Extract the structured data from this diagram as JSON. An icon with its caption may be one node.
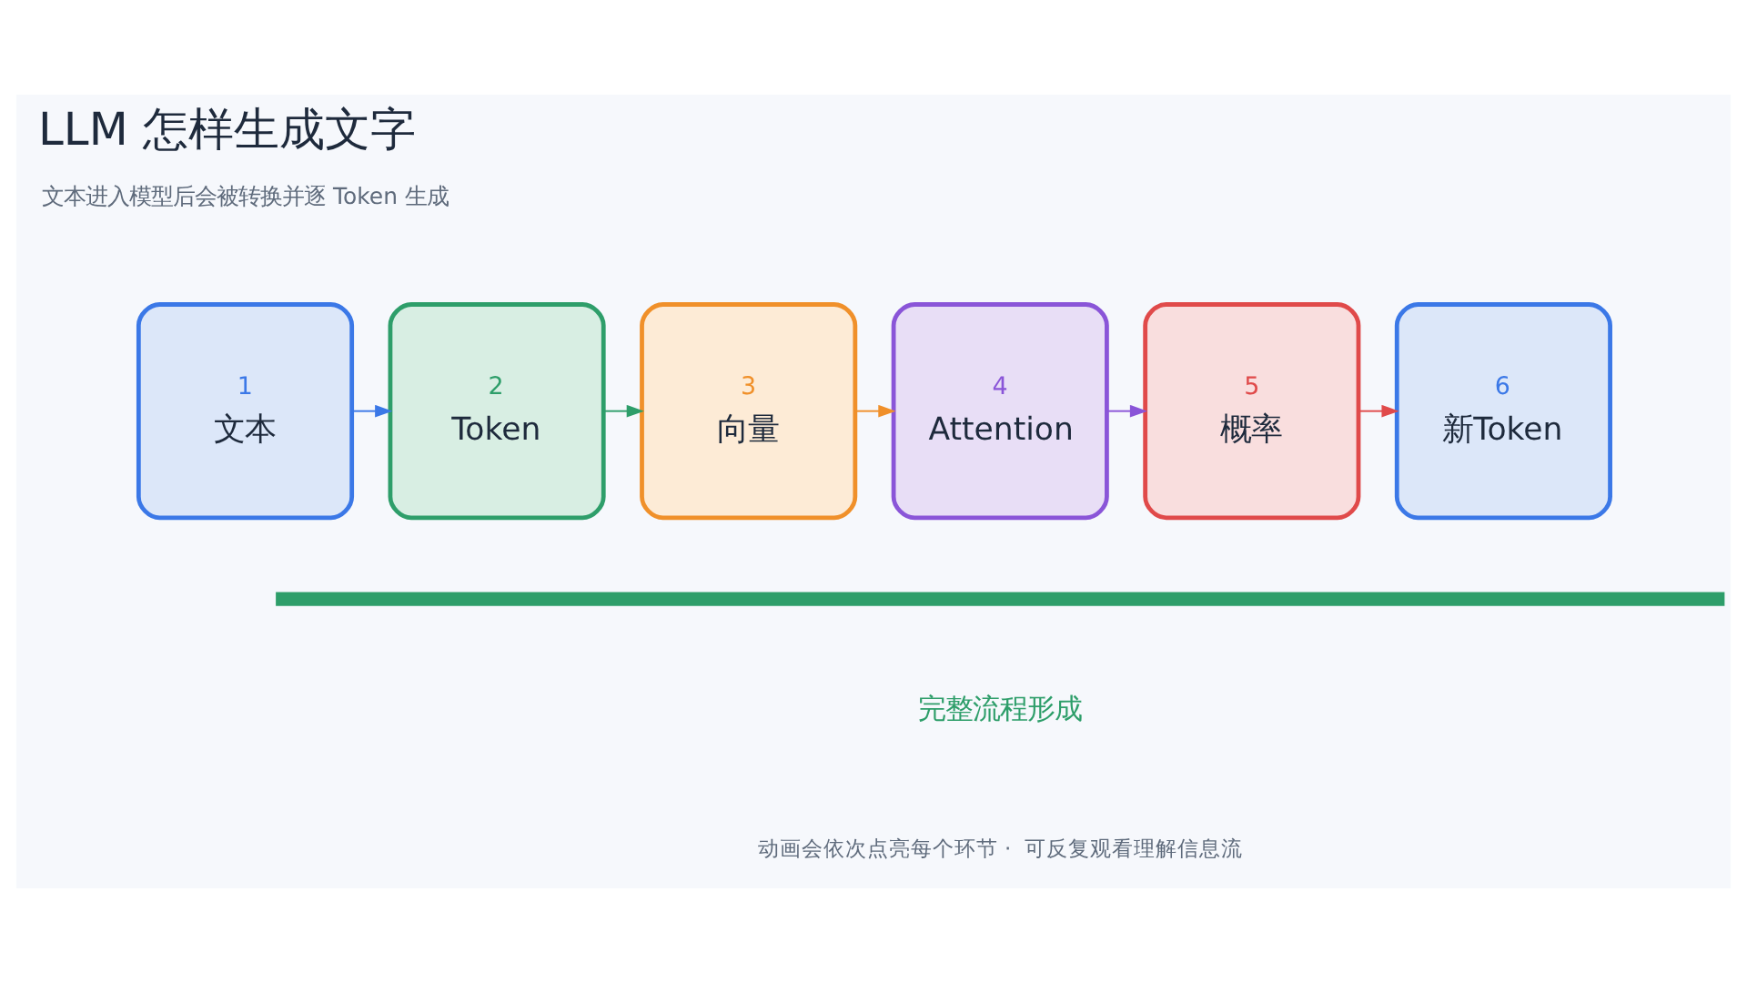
{
  "diagram": {
    "title": "LLM 怎样生成文字",
    "nodes": [
      {
        "text": [
          "1",
          "文本"
        ]
      },
      {
        "text": [
          "2",
          "Token"
        ]
      },
      {
        "text": [
          "3",
          "向量"
        ]
      },
      {
        "text": [
          "4",
          "Attention"
        ]
      },
      {
        "text": [
          "5",
          "概率"
        ]
      },
      {
        "text": [
          "6",
          "新Token"
        ]
      },
      {
        "text": [],
        "shape": "bar",
        "beside": [
          "完整流程形成"
        ]
      }
    ],
    "edges": [
      {
        "from": 0,
        "to": 1,
        "arrow": "to",
        "color": "#3b78e7"
      },
      {
        "from": 1,
        "to": 2,
        "arrow": "to",
        "color": "#2e9e6a"
      },
      {
        "from": 2,
        "to": 3,
        "arrow": "to",
        "color": "#f0902a"
      },
      {
        "from": 3,
        "to": 4,
        "arrow": "to",
        "color": "#8a55d8"
      },
      {
        "from": 4,
        "to": 5,
        "arrow": "to",
        "color": "#e04a4a"
      }
    ],
    "labels": [
      "文本进入模型后会被转换并逐 Token 生成",
      "动画会依次点亮每个环节 ·  可反复观看理解信息流"
    ]
  }
}
